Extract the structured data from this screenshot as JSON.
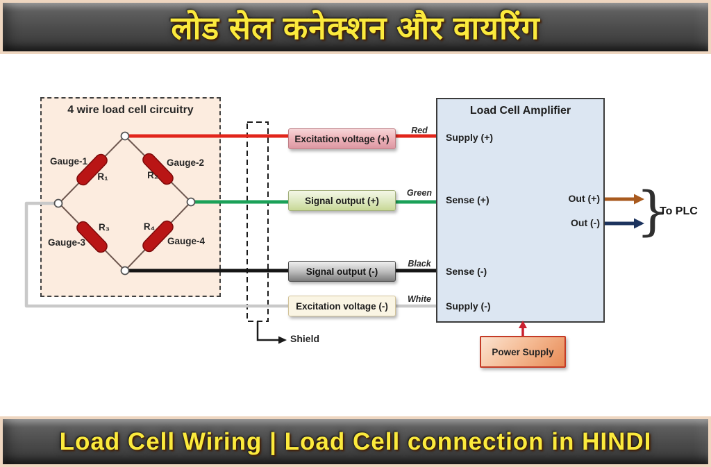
{
  "header": {
    "title_hindi": "लोड सेल कनेक्शन और वायरिंग"
  },
  "footer": {
    "title": "Load Cell Wiring |  Load Cell connection in HINDI"
  },
  "load_cell": {
    "title": "4 wire load cell circuitry",
    "gauges": [
      {
        "name": "Gauge-1",
        "r": "R₁"
      },
      {
        "name": "Gauge-2",
        "r": "R₂"
      },
      {
        "name": "Gauge-3",
        "r": "R₃"
      },
      {
        "name": "Gauge-4",
        "r": "R₄"
      }
    ],
    "resistor_color": "#b91515"
  },
  "wires": [
    {
      "label": "Excitation voltage (+)",
      "color_name": "Red",
      "color": "#e2251b"
    },
    {
      "label": "Signal output (+)",
      "color_name": "Green",
      "color": "#1ba158"
    },
    {
      "label": "Signal output (-)",
      "color_name": "Black",
      "color": "#151515"
    },
    {
      "label": "Excitation voltage (-)",
      "color_name": "White",
      "color": "#c9c9c9"
    }
  ],
  "amplifier": {
    "title": "Load Cell Amplifier",
    "ports_left": [
      "Supply (+)",
      "Sense (+)",
      "Sense (-)",
      "Supply (-)"
    ],
    "ports_right": [
      "Out (+)",
      "Out (-)"
    ],
    "out_colors": [
      "#a85a1e",
      "#1c335e"
    ]
  },
  "plc": {
    "brace": "}",
    "label": "To PLC"
  },
  "power_supply": {
    "label": "Power Supply",
    "arrow_color": "#cb2130"
  },
  "shield": {
    "label": "Shield"
  },
  "colors": {
    "banner_text": "#fbea3d",
    "loadcell_bg": "#fcecdf",
    "amplifier_bg": "#dce6f2"
  }
}
